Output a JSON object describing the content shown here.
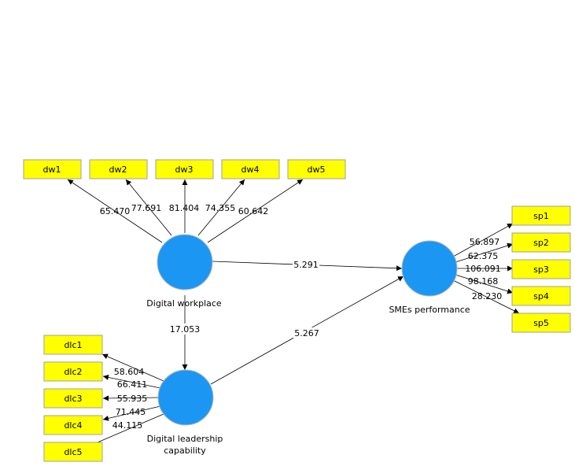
{
  "latent_variables": {
    "dw": {
      "label": "Digital workplace"
    },
    "dlc": {
      "label_line1": "Digital leadership",
      "label_line2": "capability"
    },
    "sp": {
      "label": "SMEs performance"
    }
  },
  "indicators": {
    "dw": [
      "dw1",
      "dw2",
      "dw3",
      "dw4",
      "dw5"
    ],
    "dlc": [
      "dlc1",
      "dlc2",
      "dlc3",
      "dlc4",
      "dlc5"
    ],
    "sp": [
      "sp1",
      "sp2",
      "sp3",
      "sp4",
      "sp5"
    ]
  },
  "outer_loadings": {
    "dw": [
      "65.470",
      "77.691",
      "81.404",
      "74.355",
      "60.642"
    ],
    "dlc": [
      "58.604",
      "66.411",
      "55.935",
      "71.445",
      "44.115"
    ],
    "sp": [
      "56.897",
      "62.375",
      "106.091",
      "98.168",
      "28.230"
    ]
  },
  "paths": {
    "dw_to_sp": "5.291",
    "dw_to_dlc": "17.053",
    "dlc_to_sp": "5.267"
  },
  "colors": {
    "latent_fill": "#1b97f3",
    "indicator_fill": "#ffff00"
  }
}
